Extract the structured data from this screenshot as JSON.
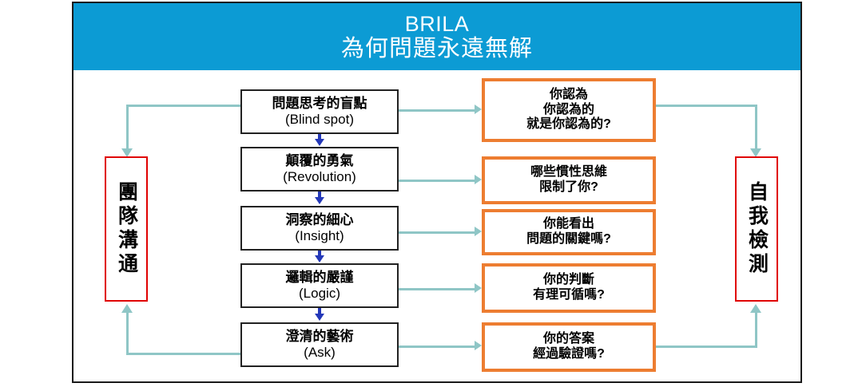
{
  "header": {
    "title_en": "BRILA",
    "title_zh": "為何問題永遠無解",
    "band_color": "#0c9bd4"
  },
  "colors": {
    "header_blue": "#0c9bd4",
    "question_orange": "#ed7d31",
    "side_red": "#e00000",
    "connector_teal": "#8fc6c6",
    "flow_blue": "#2438b8",
    "frame_black": "#1a1a1a"
  },
  "left_panel": {
    "label": "團隊溝通",
    "border_color": "#e00000"
  },
  "right_panel": {
    "label": "自我檢測",
    "border_color": "#e00000"
  },
  "stages": [
    {
      "zh": "問題思考的盲點",
      "en": "(Blind spot)"
    },
    {
      "zh": "顛覆的勇氣",
      "en": "(Revolution)"
    },
    {
      "zh": "洞察的細心",
      "en": "(Insight)"
    },
    {
      "zh": "邏輯的嚴謹",
      "en": "(Logic)"
    },
    {
      "zh": "澄清的藝術",
      "en": "(Ask)"
    }
  ],
  "questions": [
    {
      "lines": [
        "你認為",
        "你認為的",
        "就是你認為的?"
      ]
    },
    {
      "lines": [
        "哪些慣性思維",
        "限制了你?"
      ]
    },
    {
      "lines": [
        "你能看出",
        "問題的關鍵嗎?"
      ]
    },
    {
      "lines": [
        "你的判斷",
        "有理可循嗎?"
      ]
    },
    {
      "lines": [
        "你的答案",
        "經過驗證嗎?"
      ]
    }
  ]
}
